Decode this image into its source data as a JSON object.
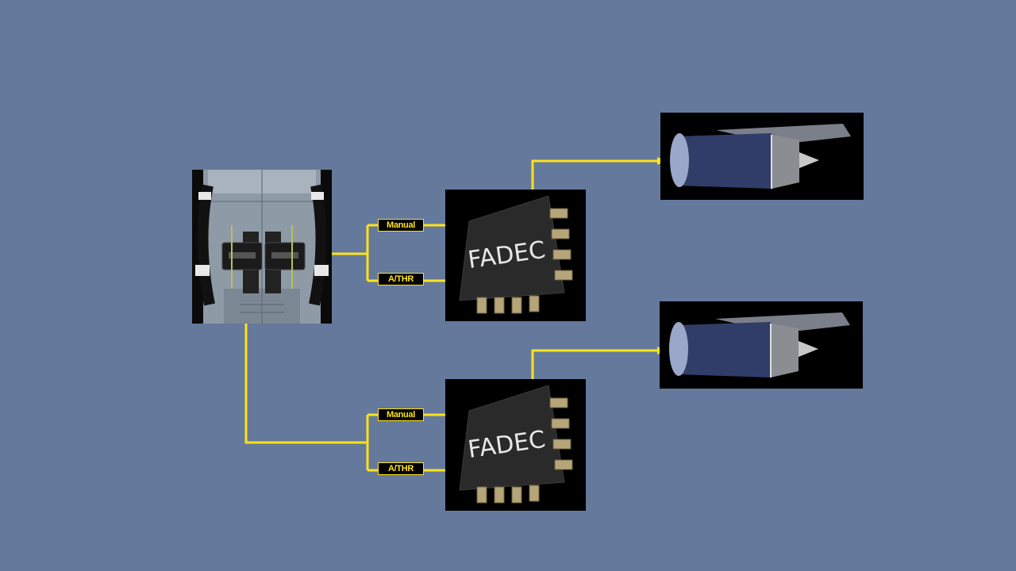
{
  "blocks": {
    "throttle": {
      "icon": "throttle-quadrant-icon"
    },
    "fadec_1": {
      "label": "FADEC",
      "icon": "fadec-chip-icon"
    },
    "fadec_2": {
      "label": "FADEC",
      "icon": "fadec-chip-icon"
    },
    "engine_1": {
      "icon": "jet-engine-icon"
    },
    "engine_2": {
      "icon": "jet-engine-icon"
    }
  },
  "links": {
    "manual_1": "Manual",
    "athr_1": "A/THR",
    "manual_2": "Manual",
    "athr_2": "A/THR"
  },
  "colors": {
    "background": "#64799b",
    "wire": "#ffe21a",
    "panel": "#000000"
  }
}
